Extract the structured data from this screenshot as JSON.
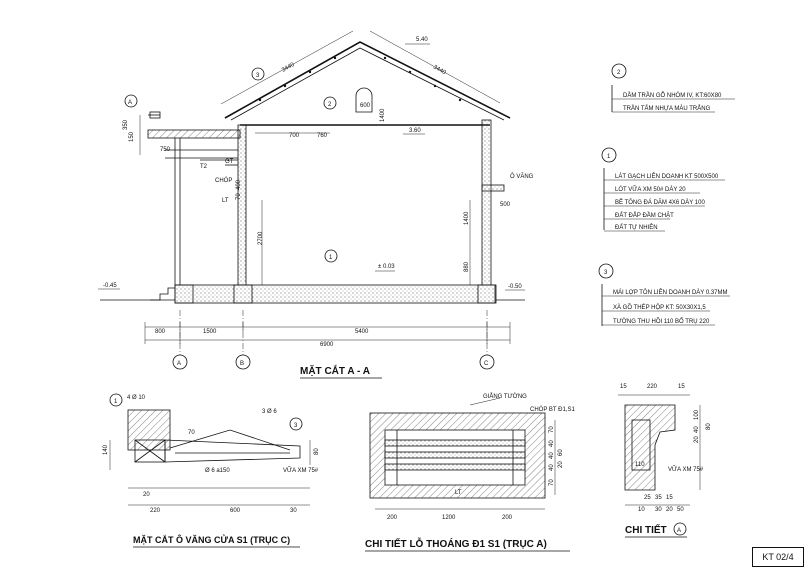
{
  "titles": {
    "section": "MẶT CẮT A - A",
    "canopy": "MẶT CẮT Ô VĂNG CỬA S1 (TRỤC C)",
    "vent": "CHI TIẾT LỖ THOÁNG Đ1 S1 (TRỤC A)",
    "detail": "CHI TIẾT"
  },
  "sheet_no": "KT 02/4",
  "axes": {
    "a": "A",
    "b": "B",
    "c": "C"
  },
  "markers": {
    "m1": "1",
    "m2": "2",
    "m3": "3",
    "detail_a": "A"
  },
  "section_labels": {
    "roof_left": "3440",
    "roof_right": "3440",
    "ridge_height": "5.40",
    "eave_height": "3.60",
    "floor_level": "± 0.03",
    "ground_left": "-0.45",
    "ground_right": "-0.50",
    "attic_vent": "600",
    "attic_dim": "1400",
    "ceiling_left": "700",
    "ceiling_mid": "760",
    "canopy_label": "Ô VĂNG",
    "canopy_dim": "500",
    "wall_h1": "1400",
    "wall_h2": "880",
    "height_2700": "2700",
    "left_350": "350",
    "left_150": "150",
    "left_750": "750",
    "t2": "T2",
    "gt": "GT",
    "chop": "CHÓP",
    "lt": "LT",
    "v400": "400",
    "v70": "70",
    "dim_800": "800",
    "dim_1500": "1500",
    "dim_5400": "5400",
    "dim_6900": "6900"
  },
  "notes": {
    "n2": {
      "num": "2",
      "lines": [
        "DẦM TRẦN GỖ NHÓM IV, KT:60X80",
        "TRẦN TẤM NHỰA MÀU TRẮNG"
      ]
    },
    "n1": {
      "num": "1",
      "lines": [
        "LÁT GẠCH LIÊN DOANH KT 500X500",
        "LÓT VỮA XM 50# DÀY 20",
        "BÊ TÔNG ĐÁ DĂM 4X6 DÀY 100",
        "ĐẤT ĐẮP ĐẦM CHẶT",
        "ĐẤT TỰ NHIÊN"
      ]
    },
    "n3": {
      "num": "3",
      "lines": [
        "MÁI LỢP TÔN LIÊN DOANH DÀY 0.37MM",
        "XÀ GỒ THÉP HỘP KT: 50X30X1,5",
        "TƯỜNG THU HỒI 110 BỔ TRỤ 220"
      ]
    }
  },
  "canopy_labels": {
    "rebar_top": "4 Ø 10",
    "rebar_mid": "3 Ø 6",
    "stirrup": "Ø 6 a150",
    "mortar": "VỮA XM 75#",
    "v70": "70",
    "v140": "140",
    "v80": "80",
    "d20": "20",
    "d220": "220",
    "d600": "600",
    "d30": "30",
    "m1": "1",
    "m3": "3"
  },
  "vent_labels": {
    "wall": "GIẰNG TƯỜNG",
    "chop": "CHÓP BT Đ1,S1",
    "lt": "LT",
    "v70a": "70",
    "v40a": "40",
    "v40b": "40",
    "v40c": "40",
    "v70b": "70",
    "d200a": "200",
    "d1200": "1200",
    "d200b": "200",
    "v60": "60",
    "v20": "20"
  },
  "detail_labels": {
    "d15a": "15",
    "d220": "220",
    "d15b": "15",
    "v100": "100",
    "v40": "40",
    "v20": "20",
    "v80": "80",
    "v110": "110",
    "mortar": "VỮA XM 75#",
    "d25": "25",
    "d35": "35",
    "d15c": "15",
    "d10": "10",
    "d30": "30",
    "d20": "20",
    "d50": "50"
  }
}
